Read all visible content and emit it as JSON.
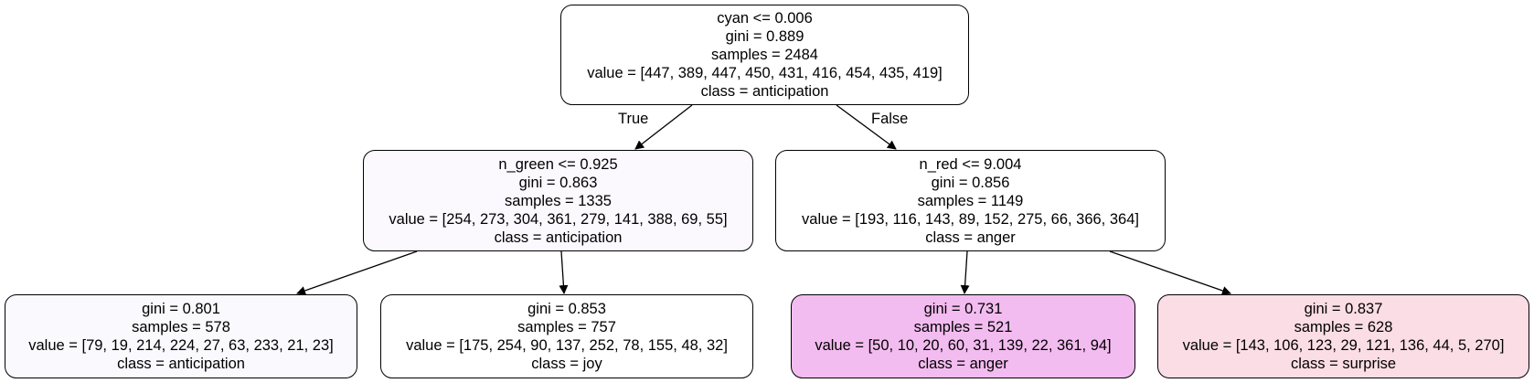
{
  "tree": {
    "nodes": [
      {
        "id": 0,
        "split": "cyan <= 0.006",
        "gini": "gini = 0.889",
        "samples": "samples = 2484",
        "value": "value = [447, 389, 447, 450, 431, 416, 454, 435, 419]",
        "class": "class = anticipation",
        "fill": "#ffffff"
      },
      {
        "id": 1,
        "split": "n_green <= 0.925",
        "gini": "gini = 0.863",
        "samples": "samples = 1335",
        "value": "value = [254, 273, 304, 361, 279, 141, 388, 69, 55]",
        "class": "class = anticipation",
        "fill": "#fbf8fe"
      },
      {
        "id": 2,
        "split": "n_red <= 9.004",
        "gini": "gini = 0.856",
        "samples": "samples = 1149",
        "value": "value = [193, 116, 143, 89, 152, 275, 66, 366, 364]",
        "class": "class = anger",
        "fill": "#ffffff"
      },
      {
        "id": 3,
        "gini": "gini = 0.801",
        "samples": "samples = 578",
        "value": "value = [79, 19, 214, 224, 27, 63, 233, 21, 23]",
        "class": "class = anticipation",
        "fill": "#f9f9fe"
      },
      {
        "id": 4,
        "gini": "gini = 0.853",
        "samples": "samples = 757",
        "value": "value = [175, 254, 90, 137, 252, 78, 155, 48, 32]",
        "class": "class = joy",
        "fill": "#ffffff"
      },
      {
        "id": 5,
        "gini": "gini = 0.731",
        "samples": "samples = 521",
        "value": "value = [50, 10, 20, 60, 31, 139, 22, 361, 94]",
        "class": "class = anger",
        "fill": "#f3bcf0"
      },
      {
        "id": 6,
        "gini": "gini = 0.837",
        "samples": "samples = 628",
        "value": "value = [143, 106, 123, 29, 121, 136, 44, 5, 270]",
        "class": "class = surprise",
        "fill": "#fbdde5"
      }
    ],
    "edges": [
      {
        "from": 0,
        "to": 1
      },
      {
        "from": 0,
        "to": 2
      },
      {
        "from": 1,
        "to": 3
      },
      {
        "from": 1,
        "to": 4
      },
      {
        "from": 2,
        "to": 5
      },
      {
        "from": 2,
        "to": 6
      }
    ],
    "edge_labels": {
      "true": "True",
      "false": "False"
    }
  }
}
